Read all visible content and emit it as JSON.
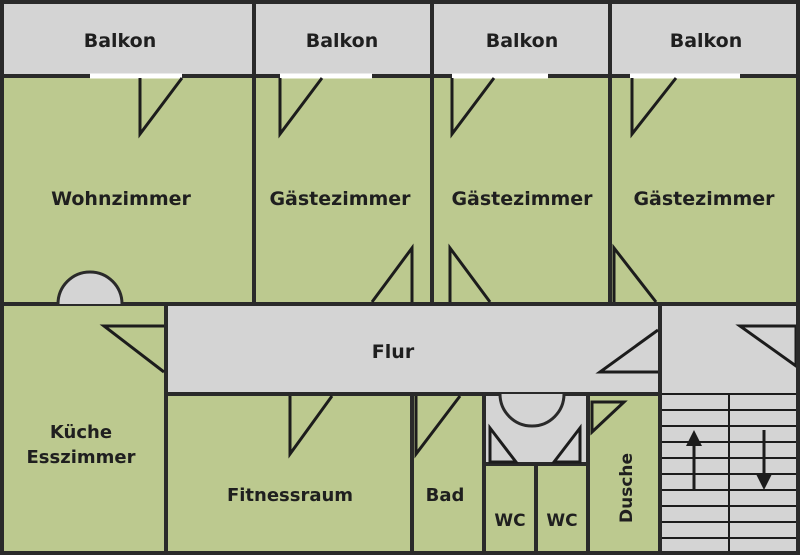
{
  "colors": {
    "room_fill": "#bcc98f",
    "hall_fill": "#d4d4d4",
    "wall": "#2a2a2a",
    "background": "#ffffff"
  },
  "rooms": {
    "balkon_1": "Balkon",
    "balkon_2": "Balkon",
    "balkon_3": "Balkon",
    "balkon_4": "Balkon",
    "wohnzimmer": "Wohnzimmer",
    "gaestezimmer_1": "Gästezimmer",
    "gaestezimmer_2": "Gästezimmer",
    "gaestezimmer_3": "Gästezimmer",
    "flur": "Flur",
    "kueche_line1": "Küche",
    "kueche_line2": "Esszimmer",
    "fitnessraum": "Fitnessraum",
    "bad": "Bad",
    "wc_1": "WC",
    "wc_2": "WC",
    "dusche": "Dusche"
  },
  "icons": {
    "stair_up": "arrow-up-icon",
    "stair_down": "arrow-down-icon"
  }
}
